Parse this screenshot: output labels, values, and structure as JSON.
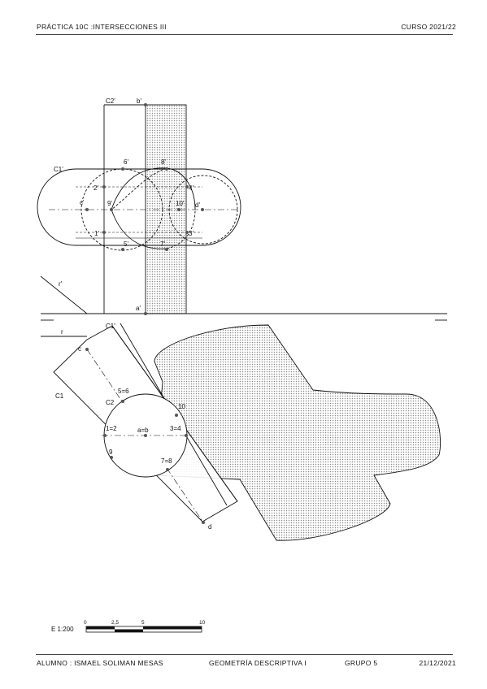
{
  "header": {
    "title": "PRÁCTICA 10C :INTERSECCIONES III",
    "course": "CURSO 2021/22"
  },
  "footer": {
    "student": "ALUMNO : ISMAEL SOLIMAN MESAS",
    "subject": "GEOMETRÍA DESCRIPTIVA I",
    "group": "GRUPO 5",
    "date": "21/12/2021"
  },
  "elevation_labels": {
    "c2p": "C2'",
    "bp": "b'",
    "c1p": "C1'",
    "p6": "6'",
    "p8": "8'",
    "p2": "2'",
    "p4": "4'",
    "c": "c'",
    "p9": "9'",
    "p10": "10'",
    "d": "d'",
    "p1": "1'",
    "p3": "3'",
    "p5": "5'",
    "p7": "7'",
    "r": "r'",
    "ap": "a'"
  },
  "plan_labels": {
    "r": "r",
    "c1p": "C1'",
    "c": "c",
    "c1": "C1",
    "p56": "5=6",
    "c2": "C2",
    "p10": "10",
    "p12": "1=2",
    "ab": "a=b",
    "p34": "3=4",
    "p9": "9",
    "p78": "7=8",
    "d": "d"
  },
  "scale": {
    "label": "E 1:200",
    "ticks": [
      "0",
      "2,5",
      "5",
      "10"
    ]
  },
  "colors": {
    "line": "#111111",
    "fill_dotted": "#d9d9d9"
  }
}
